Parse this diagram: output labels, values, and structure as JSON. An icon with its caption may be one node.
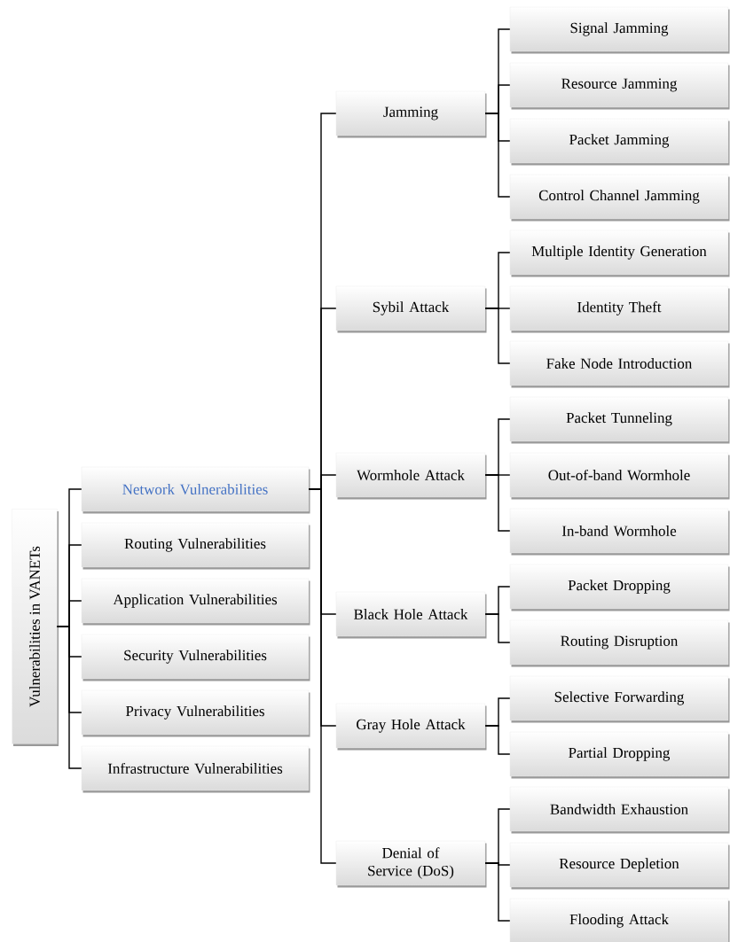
{
  "diagram": {
    "nodes": [
      {
        "text": [
          "Vulnerabilities in VANETs"
        ]
      },
      {
        "text": [
          "Network Vulnerabilities"
        ]
      },
      {
        "text": [
          "Routing Vulnerabilities"
        ]
      },
      {
        "text": [
          "Application Vulnerabilities"
        ]
      },
      {
        "text": [
          "Security Vulnerabilities"
        ]
      },
      {
        "text": [
          "Privacy Vulnerabilities"
        ]
      },
      {
        "text": [
          "Infrastructure Vulnerabilities"
        ]
      },
      {
        "text": [
          "Jamming"
        ]
      },
      {
        "text": [
          "Signal Jamming"
        ]
      },
      {
        "text": [
          "Resource Jamming"
        ]
      },
      {
        "text": [
          "Packet Jamming"
        ]
      },
      {
        "text": [
          "Control Channel Jamming"
        ]
      },
      {
        "text": [
          "Sybil Attack"
        ]
      },
      {
        "text": [
          "Multiple Identity Generation"
        ]
      },
      {
        "text": [
          "Identity Theft"
        ]
      },
      {
        "text": [
          "Fake Node Introduction"
        ]
      },
      {
        "text": [
          "Wormhole Attack"
        ]
      },
      {
        "text": [
          "Packet Tunneling"
        ]
      },
      {
        "text": [
          "Out-of-band Wormhole"
        ]
      },
      {
        "text": [
          "In-band Wormhole"
        ]
      },
      {
        "text": [
          "Black Hole Attack"
        ]
      },
      {
        "text": [
          "Packet Dropping"
        ]
      },
      {
        "text": [
          "Routing Disruption"
        ]
      },
      {
        "text": [
          "Gray Hole Attack"
        ]
      },
      {
        "text": [
          "Selective Forwarding"
        ]
      },
      {
        "text": [
          "Partial Dropping"
        ]
      },
      {
        "text": [
          "Denial of Service (DoS)"
        ]
      },
      {
        "text": [
          "Bandwidth Exhaustion"
        ]
      },
      {
        "text": [
          "Resource Depletion"
        ]
      },
      {
        "text": [
          "Flooding Attack"
        ]
      }
    ],
    "edges": [
      {
        "from": 0,
        "to": 1,
        "arrow": "none"
      },
      {
        "from": 0,
        "to": 2,
        "arrow": "none"
      },
      {
        "from": 0,
        "to": 3,
        "arrow": "none"
      },
      {
        "from": 0,
        "to": 4,
        "arrow": "none"
      },
      {
        "from": 0,
        "to": 5,
        "arrow": "none"
      },
      {
        "from": 0,
        "to": 6,
        "arrow": "none"
      },
      {
        "from": 1,
        "to": 7,
        "arrow": "none"
      },
      {
        "from": 1,
        "to": 12,
        "arrow": "none"
      },
      {
        "from": 1,
        "to": 16,
        "arrow": "none"
      },
      {
        "from": 1,
        "to": 20,
        "arrow": "none"
      },
      {
        "from": 1,
        "to": 23,
        "arrow": "none"
      },
      {
        "from": 1,
        "to": 26,
        "arrow": "none"
      },
      {
        "from": 7,
        "to": 8,
        "arrow": "none"
      },
      {
        "from": 7,
        "to": 9,
        "arrow": "none"
      },
      {
        "from": 7,
        "to": 10,
        "arrow": "none"
      },
      {
        "from": 7,
        "to": 11,
        "arrow": "none"
      },
      {
        "from": 12,
        "to": 13,
        "arrow": "none"
      },
      {
        "from": 12,
        "to": 14,
        "arrow": "none"
      },
      {
        "from": 12,
        "to": 15,
        "arrow": "none"
      },
      {
        "from": 16,
        "to": 17,
        "arrow": "none"
      },
      {
        "from": 16,
        "to": 18,
        "arrow": "none"
      },
      {
        "from": 16,
        "to": 19,
        "arrow": "none"
      },
      {
        "from": 20,
        "to": 21,
        "arrow": "none"
      },
      {
        "from": 20,
        "to": 22,
        "arrow": "none"
      },
      {
        "from": 23,
        "to": 24,
        "arrow": "none"
      },
      {
        "from": 23,
        "to": 25,
        "arrow": "none"
      },
      {
        "from": 26,
        "to": 27,
        "arrow": "none"
      },
      {
        "from": 26,
        "to": 28,
        "arrow": "none"
      },
      {
        "from": 26,
        "to": 29,
        "arrow": "none"
      }
    ]
  }
}
